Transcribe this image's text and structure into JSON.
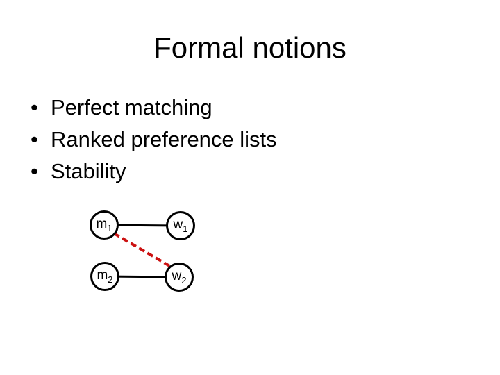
{
  "slide": {
    "title": "Formal notions",
    "background_color": "#ffffff"
  },
  "bullet_list": {
    "marker": "•",
    "items": [
      {
        "label": "Perfect matching"
      },
      {
        "label": "Ranked preference lists"
      },
      {
        "label": "Stability"
      }
    ]
  },
  "diagram": {
    "nodes": [
      {
        "id": "m1",
        "letter": "m",
        "subscript": "1"
      },
      {
        "id": "w1",
        "letter": "w",
        "subscript": "1"
      },
      {
        "id": "m2",
        "letter": "m",
        "subscript": "2"
      },
      {
        "id": "w2",
        "letter": "w",
        "subscript": "2"
      }
    ],
    "edges": [
      {
        "from": "m1",
        "to": "w1",
        "style": "solid"
      },
      {
        "from": "m2",
        "to": "w2",
        "style": "solid"
      },
      {
        "from": "m1",
        "to": "w2",
        "style": "dashed"
      }
    ],
    "colors": {
      "solid_edge": "#000000",
      "dashed_edge": "#cc1111",
      "node_border": "#000000",
      "node_fill": "#ffffff"
    }
  }
}
